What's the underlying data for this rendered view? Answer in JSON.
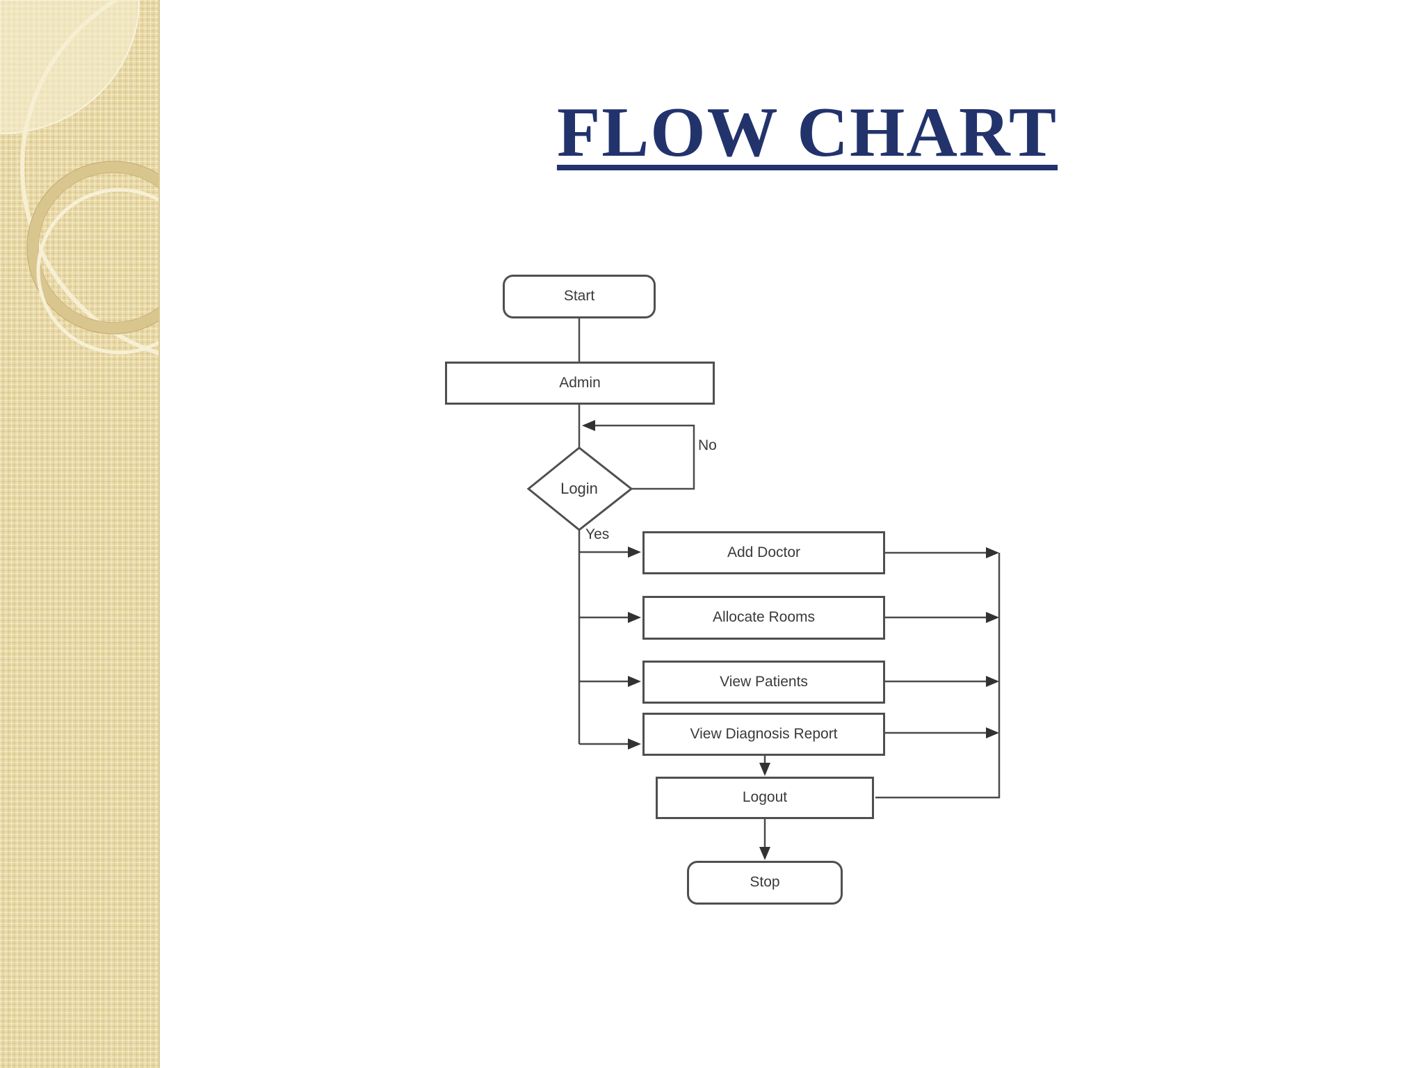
{
  "slide": {
    "title": "FLOW CHART"
  },
  "flowchart": {
    "nodes": {
      "start": "Start",
      "admin": "Admin",
      "login": "Login",
      "add_doctor": "Add Doctor",
      "allocate_rooms": "Allocate Rooms",
      "view_patients": "View Patients",
      "view_diagnosis": "View Diagnosis Report",
      "logout": "Logout",
      "stop": "Stop"
    },
    "edge_labels": {
      "yes": "Yes",
      "no": "No"
    },
    "edges": [
      {
        "from": "start",
        "to": "admin"
      },
      {
        "from": "admin",
        "to": "login"
      },
      {
        "from": "login",
        "to": "admin",
        "label": "No"
      },
      {
        "from": "login",
        "to": "add_doctor",
        "label": "Yes"
      },
      {
        "from": "login",
        "to": "allocate_rooms",
        "label": "Yes"
      },
      {
        "from": "login",
        "to": "view_patients",
        "label": "Yes"
      },
      {
        "from": "login",
        "to": "view_diagnosis",
        "label": "Yes"
      },
      {
        "from": "add_doctor",
        "to": "logout"
      },
      {
        "from": "allocate_rooms",
        "to": "logout"
      },
      {
        "from": "view_patients",
        "to": "logout"
      },
      {
        "from": "view_diagnosis",
        "to": "logout"
      },
      {
        "from": "logout",
        "to": "stop"
      }
    ],
    "colors": {
      "title": "#22336c",
      "stroke": "#4b4b4b",
      "node_text": "#3a3a3a",
      "sidebar_base": "#e8d9a6"
    }
  }
}
